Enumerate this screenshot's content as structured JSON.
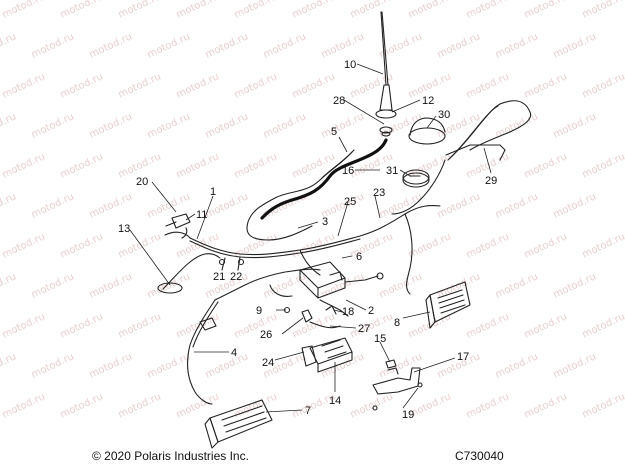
{
  "footer": {
    "copyright": "© 2020 Polaris Industries Inc.",
    "code": "C730040"
  },
  "watermark": "motod.ru",
  "callouts": [
    {
      "id": "1",
      "label": "1"
    },
    {
      "id": "2",
      "label": "2"
    },
    {
      "id": "3",
      "label": "3"
    },
    {
      "id": "4",
      "label": "4"
    },
    {
      "id": "5",
      "label": "5"
    },
    {
      "id": "6",
      "label": "6"
    },
    {
      "id": "7",
      "label": "7"
    },
    {
      "id": "8",
      "label": "8"
    },
    {
      "id": "9",
      "label": "9"
    },
    {
      "id": "10",
      "label": "10"
    },
    {
      "id": "11",
      "label": "11"
    },
    {
      "id": "12",
      "label": "12"
    },
    {
      "id": "13",
      "label": "13"
    },
    {
      "id": "14",
      "label": "14"
    },
    {
      "id": "15",
      "label": "15"
    },
    {
      "id": "16",
      "label": "16"
    },
    {
      "id": "17",
      "label": "17"
    },
    {
      "id": "18",
      "label": "18"
    },
    {
      "id": "19",
      "label": "19"
    },
    {
      "id": "20",
      "label": "20"
    },
    {
      "id": "21",
      "label": "21"
    },
    {
      "id": "22",
      "label": "22"
    },
    {
      "id": "23",
      "label": "23"
    },
    {
      "id": "24",
      "label": "24"
    },
    {
      "id": "25",
      "label": "25"
    },
    {
      "id": "26",
      "label": "26"
    },
    {
      "id": "27",
      "label": "27"
    },
    {
      "id": "28",
      "label": "28"
    },
    {
      "id": "29",
      "label": "29"
    },
    {
      "id": "30",
      "label": "30"
    },
    {
      "id": "31",
      "label": "31"
    }
  ]
}
